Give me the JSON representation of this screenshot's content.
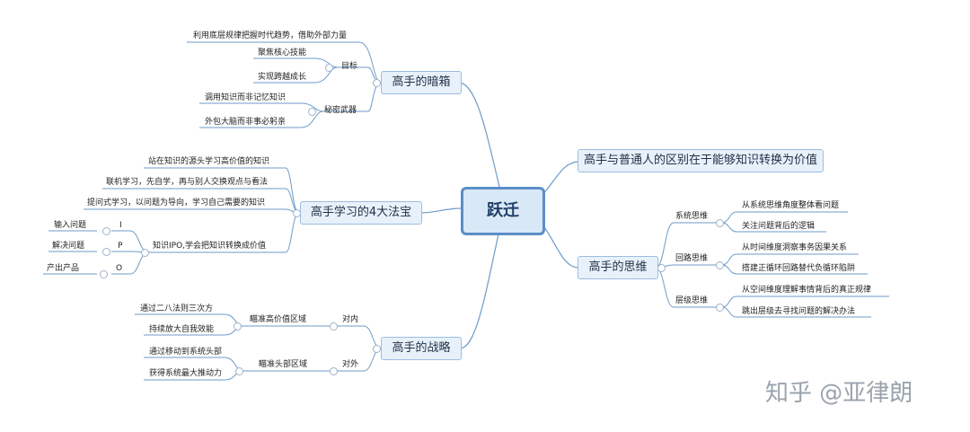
{
  "central": "跃迁",
  "branches": {
    "dark": {
      "title": "高手的暗箱",
      "leaf1": "利用底层规律把握时代趋势，借助外部力量",
      "goal": "目标",
      "goal_items": [
        "聚焦核心技能",
        "实现跨越成长"
      ],
      "weapon": "秘密武器",
      "weapon_items": [
        "调用知识而非记忆知识",
        "外包大脑而非事必躬亲"
      ]
    },
    "treasure": {
      "title": "高手学习的4大法宝",
      "items": [
        "站在知识的源头学习高价值的知识",
        "联机学习，先自学，再与别人交换观点与看法",
        "提问式学习，以问题为导向，学习自己需要的知识"
      ],
      "ipo": "知识IPO,学会把知识转换成价值",
      "ipo_letters": [
        "I",
        "P",
        "O"
      ],
      "ipo_items": [
        "输入问题",
        "解决问题",
        "产出产品"
      ]
    },
    "strategy": {
      "title": "高手的战略",
      "inner": "对内",
      "inner_sub": "瞄准高价值区域",
      "inner_items": [
        "通过二八法则三次方",
        "持续放大自我效能"
      ],
      "outer": "对外",
      "outer_sub": "瞄准头部区域",
      "outer_items": [
        "通过移动到系统头部",
        "获得系统最大推动力"
      ]
    },
    "diff": {
      "title": "高手与普通人的区别在于能够知识转换为价值"
    },
    "think": {
      "title": "高手的思维",
      "system": "系统思维",
      "system_items": [
        "从系统思维角度整体看问题",
        "关注问题背后的逻辑"
      ],
      "loop": "回路思维",
      "loop_items": [
        "从时间维度洞察事务因果关系",
        "搭建正循环回路替代负循环陷阱"
      ],
      "level": "层级思维",
      "level_items": [
        "从空间维度理解事情背后的真正规律",
        "跳出层级去寻找问题的解决办法"
      ]
    }
  },
  "watermark": "知乎 @亚律朗",
  "colors": {
    "line": "#6e9bc8",
    "central_border": "#5c8ec6",
    "topic_fill": "#e8f1fa"
  }
}
